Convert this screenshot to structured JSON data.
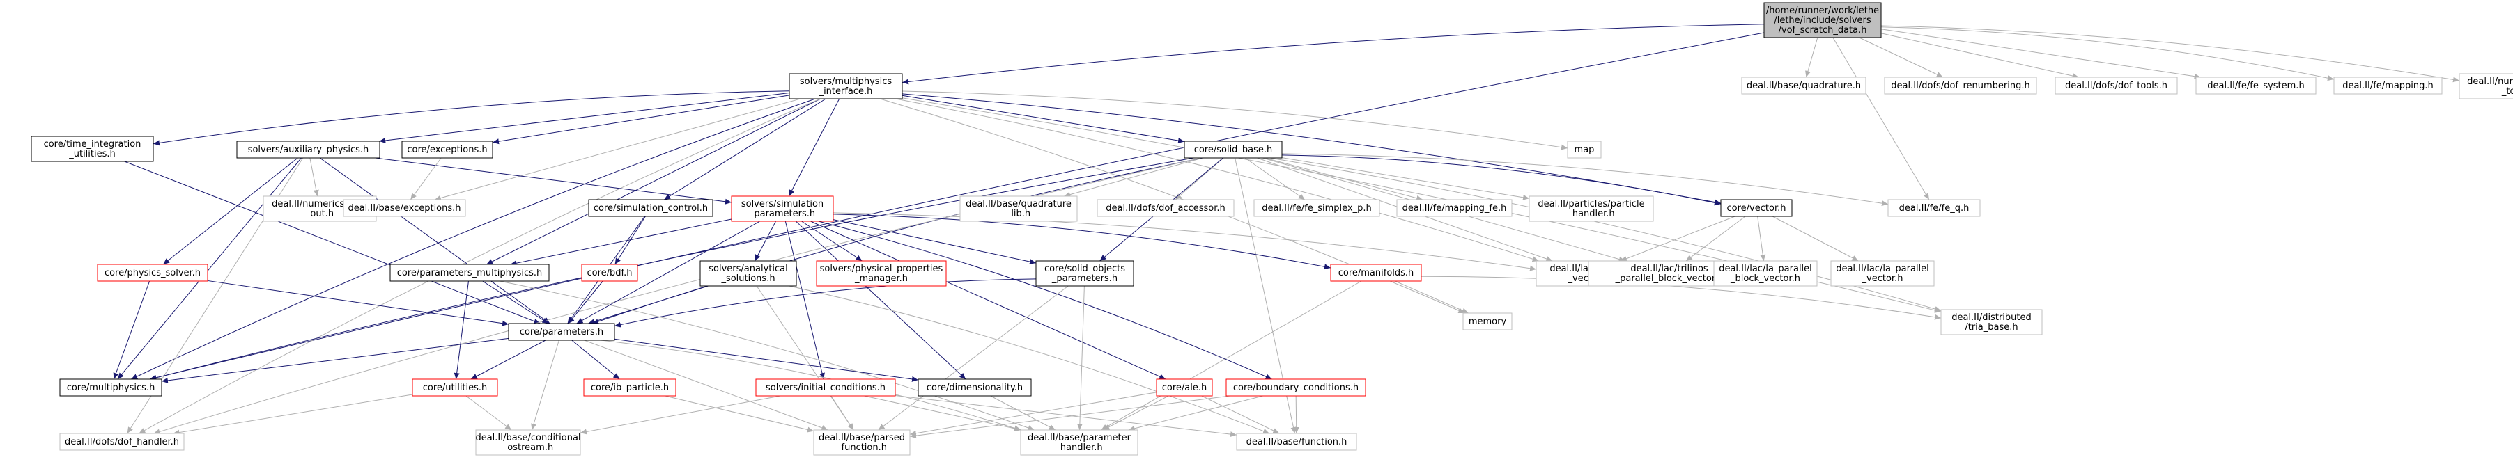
{
  "colors": {
    "root_fill": "#bfbfbf",
    "black_border": "#000000",
    "red_border": "#ff0000",
    "grey_border": "#bfbfbf",
    "include_edge": "#191970",
    "external_edge": "#b0b0b0"
  },
  "nodes": [
    {
      "id": "root",
      "lines": [
        "/home/runner/work/lethe",
        "/lethe/include/solvers",
        "/vof_scratch_data.h"
      ],
      "style": "root"
    },
    {
      "id": "mp_iface",
      "lines": [
        "solvers/multiphysics",
        "_interface.h"
      ],
      "style": "black"
    },
    {
      "id": "quad",
      "lines": [
        "deal.II/base/quadrature.h"
      ],
      "style": "grey"
    },
    {
      "id": "renum",
      "lines": [
        "deal.II/dofs/dof_renumbering.h"
      ],
      "style": "grey"
    },
    {
      "id": "doftools",
      "lines": [
        "deal.II/dofs/dof_tools.h"
      ],
      "style": "grey"
    },
    {
      "id": "fesys",
      "lines": [
        "deal.II/fe/fe_system.h"
      ],
      "style": "grey"
    },
    {
      "id": "mapping",
      "lines": [
        "deal.II/fe/mapping.h"
      ],
      "style": "grey"
    },
    {
      "id": "numvec",
      "lines": [
        "deal.II/numerics/vector",
        "_tools.h"
      ],
      "style": "grey"
    },
    {
      "id": "timeint",
      "lines": [
        "core/time_integration",
        "_utilities.h"
      ],
      "style": "black"
    },
    {
      "id": "auxphys",
      "lines": [
        "solvers/auxiliary_physics.h"
      ],
      "style": "black"
    },
    {
      "id": "exc",
      "lines": [
        "core/exceptions.h"
      ],
      "style": "black"
    },
    {
      "id": "map",
      "lines": [
        "map"
      ],
      "style": "grey"
    },
    {
      "id": "solidbase",
      "lines": [
        "core/solid_base.h"
      ],
      "style": "black"
    },
    {
      "id": "dataout",
      "lines": [
        "deal.II/numerics/data",
        "_out.h"
      ],
      "style": "grey"
    },
    {
      "id": "baseexc",
      "lines": [
        "deal.II/base/exceptions.h"
      ],
      "style": "grey"
    },
    {
      "id": "simctrl",
      "lines": [
        "core/simulation_control.h"
      ],
      "style": "black"
    },
    {
      "id": "simparams",
      "lines": [
        "solvers/simulation",
        "_parameters.h"
      ],
      "style": "red"
    },
    {
      "id": "quadlib",
      "lines": [
        "deal.II/base/quadrature",
        "_lib.h"
      ],
      "style": "grey"
    },
    {
      "id": "dofacc",
      "lines": [
        "deal.II/dofs/dof_accessor.h"
      ],
      "style": "grey"
    },
    {
      "id": "fesimplex",
      "lines": [
        "deal.II/fe/fe_simplex_p.h"
      ],
      "style": "grey"
    },
    {
      "id": "mapfe",
      "lines": [
        "deal.II/fe/mapping_fe.h"
      ],
      "style": "grey"
    },
    {
      "id": "particle",
      "lines": [
        "deal.II/particles/particle",
        "_handler.h"
      ],
      "style": "grey"
    },
    {
      "id": "corevec",
      "lines": [
        "core/vector.h"
      ],
      "style": "black"
    },
    {
      "id": "feq",
      "lines": [
        "deal.II/fe/fe_q.h"
      ],
      "style": "grey"
    },
    {
      "id": "physsolver",
      "lines": [
        "core/physics_solver.h"
      ],
      "style": "red"
    },
    {
      "id": "bdf",
      "lines": [
        "core/bdf.h"
      ],
      "style": "red"
    },
    {
      "id": "parmp",
      "lines": [
        "core/parameters_multiphysics.h"
      ],
      "style": "black"
    },
    {
      "id": "analytical",
      "lines": [
        "solvers/analytical",
        "_solutions.h"
      ],
      "style": "black"
    },
    {
      "id": "physprop",
      "lines": [
        "solvers/physical_properties",
        "_manager.h"
      ],
      "style": "red"
    },
    {
      "id": "solidobj",
      "lines": [
        "core/solid_objects",
        "_parameters.h"
      ],
      "style": "black"
    },
    {
      "id": "manifolds",
      "lines": [
        "core/manifolds.h"
      ],
      "style": "red"
    },
    {
      "id": "trilinos",
      "lines": [
        "deal.II/lac/trilinos",
        "_vector.h"
      ],
      "style": "grey"
    },
    {
      "id": "trilblock",
      "lines": [
        "deal.II/lac/trilinos",
        "_parallel_block_vector.h"
      ],
      "style": "grey"
    },
    {
      "id": "lablock",
      "lines": [
        "deal.II/lac/la_parallel",
        "_block_vector.h"
      ],
      "style": "grey"
    },
    {
      "id": "lavec",
      "lines": [
        "deal.II/lac/la_parallel",
        "_vector.h"
      ],
      "style": "grey"
    },
    {
      "id": "memory",
      "lines": [
        "memory"
      ],
      "style": "grey"
    },
    {
      "id": "tria",
      "lines": [
        "deal.II/distributed",
        "/tria_base.h"
      ],
      "style": "grey"
    },
    {
      "id": "params",
      "lines": [
        "core/parameters.h"
      ],
      "style": "black"
    },
    {
      "id": "multiphysics",
      "lines": [
        "core/multiphysics.h"
      ],
      "style": "black"
    },
    {
      "id": "utilities",
      "lines": [
        "core/utilities.h"
      ],
      "style": "red"
    },
    {
      "id": "ibparticle",
      "lines": [
        "core/ib_particle.h"
      ],
      "style": "red"
    },
    {
      "id": "initcond",
      "lines": [
        "solvers/initial_conditions.h"
      ],
      "style": "red"
    },
    {
      "id": "dimensionality",
      "lines": [
        "core/dimensionality.h"
      ],
      "style": "black"
    },
    {
      "id": "ale",
      "lines": [
        "core/ale.h"
      ],
      "style": "red"
    },
    {
      "id": "bc",
      "lines": [
        "core/boundary_conditions.h"
      ],
      "style": "red"
    },
    {
      "id": "dofhandler",
      "lines": [
        "deal.II/dofs/dof_handler.h"
      ],
      "style": "grey"
    },
    {
      "id": "condostream",
      "lines": [
        "deal.II/base/conditional",
        "_ostream.h"
      ],
      "style": "grey"
    },
    {
      "id": "parsedfn",
      "lines": [
        "deal.II/base/parsed",
        "_function.h"
      ],
      "style": "grey"
    },
    {
      "id": "paramhandler",
      "lines": [
        "deal.II/base/parameter",
        "_handler.h"
      ],
      "style": "grey"
    },
    {
      "id": "function",
      "lines": [
        "deal.II/base/function.h"
      ],
      "style": "grey"
    }
  ],
  "edges": [
    [
      "root",
      "mp_iface"
    ],
    [
      "root",
      "quad"
    ],
    [
      "root",
      "renum"
    ],
    [
      "root",
      "doftools"
    ],
    [
      "root",
      "fesys"
    ],
    [
      "root",
      "mapping"
    ],
    [
      "root",
      "numvec"
    ],
    [
      "root",
      "multiphysics"
    ],
    [
      "root",
      "feq"
    ],
    [
      "mp_iface",
      "timeint"
    ],
    [
      "mp_iface",
      "auxphys"
    ],
    [
      "mp_iface",
      "exc"
    ],
    [
      "mp_iface",
      "map"
    ],
    [
      "mp_iface",
      "solidbase"
    ],
    [
      "mp_iface",
      "baseexc"
    ],
    [
      "mp_iface",
      "simctrl"
    ],
    [
      "mp_iface",
      "simparams"
    ],
    [
      "mp_iface",
      "corevec"
    ],
    [
      "mp_iface",
      "trilinos"
    ],
    [
      "mp_iface",
      "memory"
    ],
    [
      "mp_iface",
      "tria"
    ],
    [
      "mp_iface",
      "parmp"
    ],
    [
      "mp_iface",
      "multiphysics"
    ],
    [
      "mp_iface",
      "dofhandler"
    ],
    [
      "timeint",
      "params"
    ],
    [
      "auxphys",
      "dataout"
    ],
    [
      "auxphys",
      "physsolver"
    ],
    [
      "auxphys",
      "params"
    ],
    [
      "auxphys",
      "multiphysics"
    ],
    [
      "auxphys",
      "dofhandler"
    ],
    [
      "auxphys",
      "simparams"
    ],
    [
      "exc",
      "baseexc"
    ],
    [
      "solidbase",
      "quadlib"
    ],
    [
      "solidbase",
      "dofacc"
    ],
    [
      "solidbase",
      "fesimplex"
    ],
    [
      "solidbase",
      "mapfe"
    ],
    [
      "solidbase",
      "particle"
    ],
    [
      "solidbase",
      "feq"
    ],
    [
      "solidbase",
      "corevec"
    ],
    [
      "solidbase",
      "trilinos"
    ],
    [
      "solidbase",
      "trilblock"
    ],
    [
      "solidbase",
      "tria"
    ],
    [
      "solidbase",
      "solidobj"
    ],
    [
      "solidbase",
      "params"
    ],
    [
      "solidbase",
      "dofhandler"
    ],
    [
      "solidbase",
      "function"
    ],
    [
      "solidbase",
      "multiphysics"
    ],
    [
      "simctrl",
      "bdf"
    ],
    [
      "simctrl",
      "params"
    ],
    [
      "simparams",
      "analytical"
    ],
    [
      "simparams",
      "physprop"
    ],
    [
      "simparams",
      "solidobj"
    ],
    [
      "simparams",
      "manifolds"
    ],
    [
      "simparams",
      "parmp"
    ],
    [
      "simparams",
      "params"
    ],
    [
      "simparams",
      "dimensionality"
    ],
    [
      "simparams",
      "initcond"
    ],
    [
      "simparams",
      "ale"
    ],
    [
      "simparams",
      "bc"
    ],
    [
      "simparams",
      "trilinos"
    ],
    [
      "corevec",
      "trilinos"
    ],
    [
      "corevec",
      "trilblock"
    ],
    [
      "corevec",
      "lablock"
    ],
    [
      "corevec",
      "lavec"
    ],
    [
      "physsolver",
      "params"
    ],
    [
      "physsolver",
      "multiphysics"
    ],
    [
      "bdf",
      "params"
    ],
    [
      "parmp",
      "params"
    ],
    [
      "parmp",
      "utilities"
    ],
    [
      "parmp",
      "paramhandler"
    ],
    [
      "analytical",
      "params"
    ],
    [
      "analytical",
      "parsedfn"
    ],
    [
      "analytical",
      "function"
    ],
    [
      "solidobj",
      "params"
    ],
    [
      "solidobj",
      "parsedfn"
    ],
    [
      "solidobj",
      "paramhandler"
    ],
    [
      "manifolds",
      "memory"
    ],
    [
      "manifolds",
      "tria"
    ],
    [
      "manifolds",
      "paramhandler"
    ],
    [
      "params",
      "multiphysics"
    ],
    [
      "params",
      "utilities"
    ],
    [
      "params",
      "ibparticle"
    ],
    [
      "params",
      "dimensionality"
    ],
    [
      "params",
      "condostream"
    ],
    [
      "params",
      "parsedfn"
    ],
    [
      "params",
      "paramhandler"
    ],
    [
      "utilities",
      "dofhandler"
    ],
    [
      "utilities",
      "condostream"
    ],
    [
      "ibparticle",
      "parsedfn"
    ],
    [
      "initcond",
      "parsedfn"
    ],
    [
      "initcond",
      "paramhandler"
    ],
    [
      "initcond",
      "function"
    ],
    [
      "initcond",
      "condostream"
    ],
    [
      "dimensionality",
      "paramhandler"
    ],
    [
      "ale",
      "parsedfn"
    ],
    [
      "ale",
      "paramhandler"
    ],
    [
      "ale",
      "function"
    ],
    [
      "bc",
      "parsedfn"
    ],
    [
      "bc",
      "paramhandler"
    ],
    [
      "bc",
      "function"
    ]
  ]
}
